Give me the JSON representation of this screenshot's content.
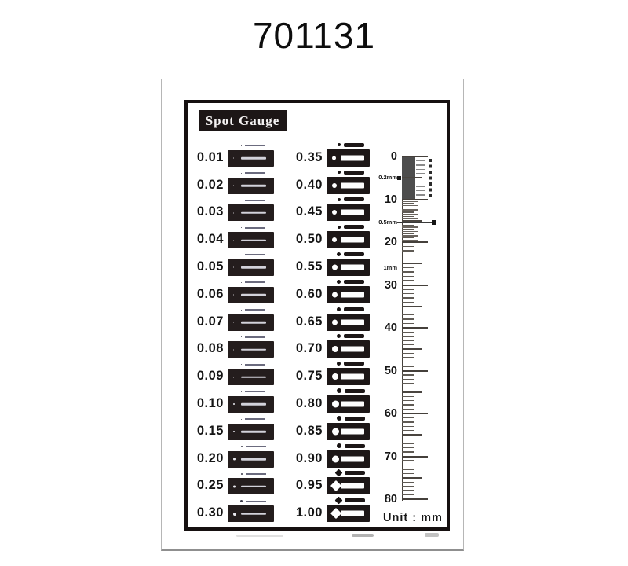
{
  "title": "701131",
  "card": {
    "header": "Spot Gauge",
    "unit_label": "Unit : mm",
    "columns": {
      "left": [
        {
          "label": "0.01",
          "value": 0.01
        },
        {
          "label": "0.02",
          "value": 0.02
        },
        {
          "label": "0.03",
          "value": 0.03
        },
        {
          "label": "0.04",
          "value": 0.04
        },
        {
          "label": "0.05",
          "value": 0.05
        },
        {
          "label": "0.06",
          "value": 0.06
        },
        {
          "label": "0.07",
          "value": 0.07
        },
        {
          "label": "0.08",
          "value": 0.08
        },
        {
          "label": "0.09",
          "value": 0.09
        },
        {
          "label": "0.10",
          "value": 0.1
        },
        {
          "label": "0.15",
          "value": 0.15
        },
        {
          "label": "0.20",
          "value": 0.2
        },
        {
          "label": "0.25",
          "value": 0.25
        },
        {
          "label": "0.30",
          "value": 0.3
        }
      ],
      "right": [
        {
          "label": "0.35",
          "value": 0.35,
          "shape": "dot"
        },
        {
          "label": "0.40",
          "value": 0.4,
          "shape": "dot"
        },
        {
          "label": "0.45",
          "value": 0.45,
          "shape": "dot"
        },
        {
          "label": "0.50",
          "value": 0.5,
          "shape": "dot"
        },
        {
          "label": "0.55",
          "value": 0.55,
          "shape": "dot"
        },
        {
          "label": "0.60",
          "value": 0.6,
          "shape": "dot"
        },
        {
          "label": "0.65",
          "value": 0.65,
          "shape": "dot"
        },
        {
          "label": "0.70",
          "value": 0.7,
          "shape": "dot"
        },
        {
          "label": "0.75",
          "value": 0.75,
          "shape": "dot"
        },
        {
          "label": "0.80",
          "value": 0.8,
          "shape": "dot"
        },
        {
          "label": "0.85",
          "value": 0.85,
          "shape": "dot"
        },
        {
          "label": "0.90",
          "value": 0.9,
          "shape": "dot"
        },
        {
          "label": "0.95",
          "value": 0.95,
          "shape": "diamond"
        },
        {
          "label": "1.00",
          "value": 1.0,
          "shape": "diamond"
        }
      ]
    },
    "ruler": {
      "min": 0,
      "max": 80,
      "label_step": 10,
      "tick_labels": [
        "0",
        "10",
        "20",
        "30",
        "40",
        "50",
        "60",
        "70",
        "80"
      ],
      "side_labels": [
        {
          "text": "0.2mm",
          "at": 5,
          "marker": "square"
        },
        {
          "text": "0.5mm",
          "at": 15.5,
          "marker": "pointer-line"
        },
        {
          "text": "1mm",
          "at": 26,
          "marker": "none"
        }
      ]
    }
  },
  "colors": {
    "bar_dark": "#1d1717",
    "bar_dark_left": "#241d1d",
    "frame": "#161010",
    "mini_line_left": "#6b6b7e",
    "inbar_line_left": "#d2d2da",
    "ruler_tick": "#45403b",
    "ruler_block": "#4d4d4d"
  }
}
